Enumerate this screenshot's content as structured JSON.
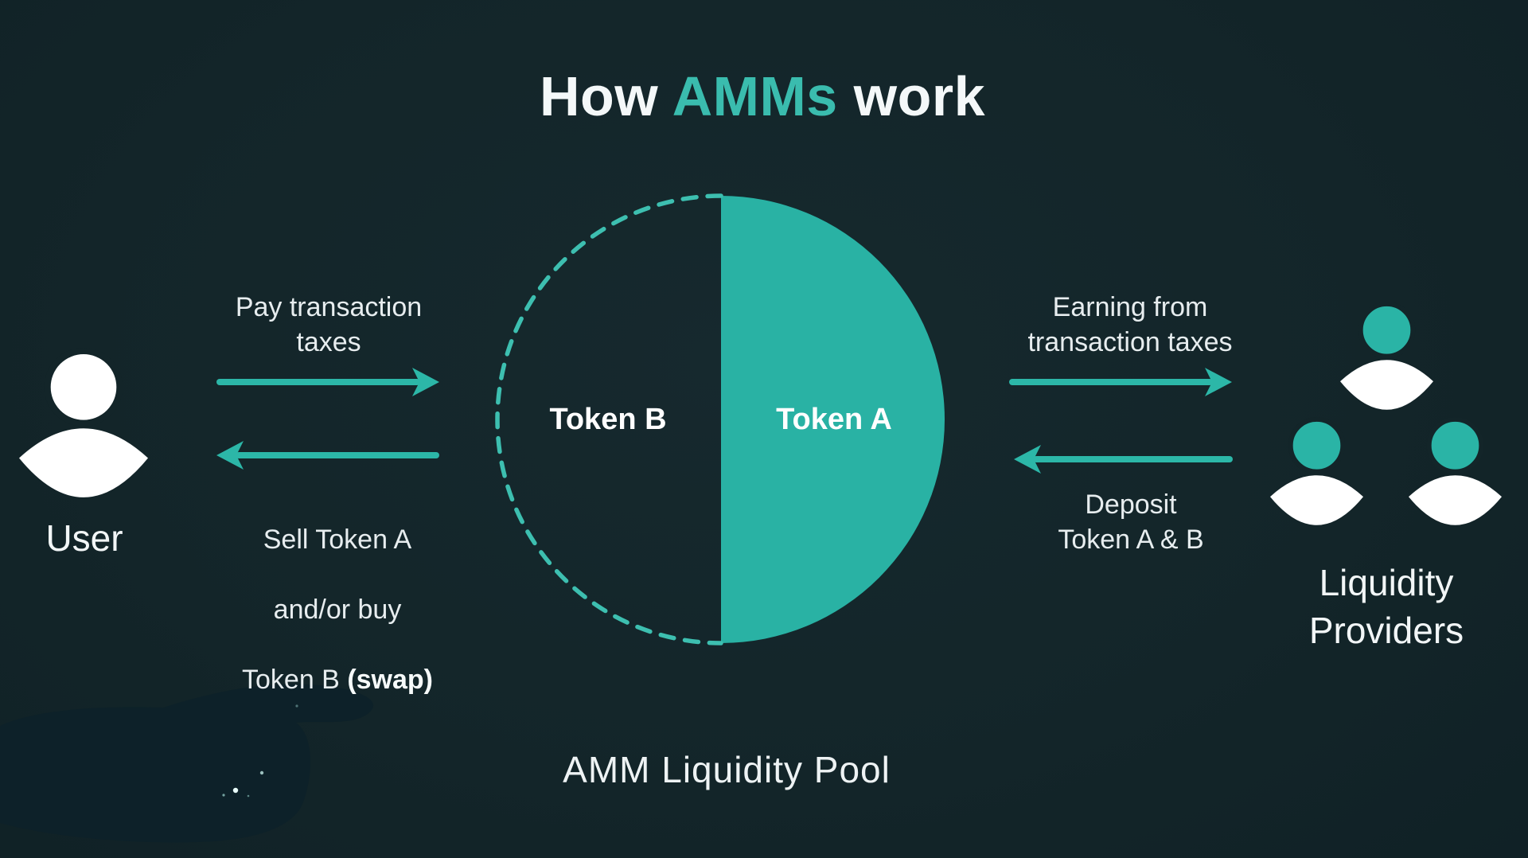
{
  "title": {
    "prefix": "How ",
    "accent": "AMMs",
    "suffix": " work"
  },
  "pool": {
    "token_a_label": "Token A",
    "token_b_label": "Token B",
    "caption": "AMM Liquidity Pool"
  },
  "actors": {
    "user_label": "User",
    "liquidity_providers_label": "Liquidity\nProviders"
  },
  "flows": {
    "pay": {
      "label": "Pay transaction\ntaxes",
      "direction": "right"
    },
    "sell": {
      "line1": "Sell Token A",
      "line2": "and/or buy",
      "line3": "Token B ",
      "line3_bold": "(swap)",
      "direction": "left"
    },
    "earning": {
      "label": "Earning from\ntransaction taxes",
      "direction": "right"
    },
    "deposit": {
      "label": "Deposit\nToken A & B",
      "direction": "left"
    }
  },
  "icons": {
    "user": "user-icon",
    "providers": "users-group-icon",
    "arrows": [
      "arrow-right-icon",
      "arrow-left-icon",
      "arrow-right-icon",
      "arrow-left-icon"
    ]
  },
  "colors": {
    "background": "#132529",
    "teal_accent": "#3abcae",
    "teal_solid": "#29b2a4",
    "teal_arrow": "#2cb7a8",
    "teal_dash": "#3dbfb0",
    "white": "#ffffff",
    "text": "#e7edef"
  }
}
